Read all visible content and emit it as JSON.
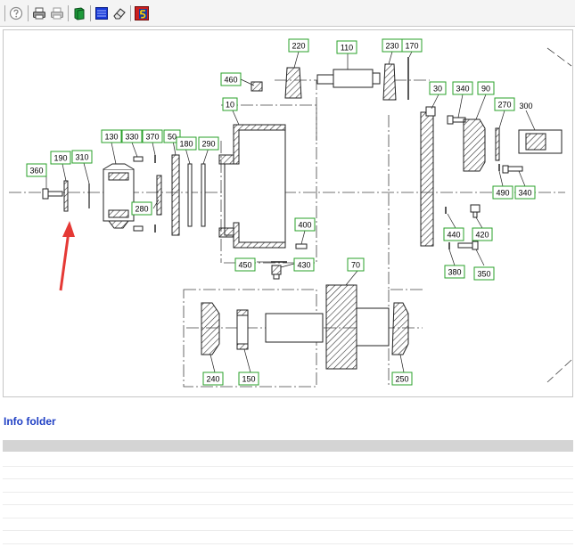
{
  "toolbar": {
    "buttons": [
      {
        "name": "help-icon"
      },
      {
        "name": "print-icon"
      },
      {
        "name": "print-preview-icon"
      },
      {
        "name": "book-icon"
      },
      {
        "name": "tools-icon"
      },
      {
        "name": "eraser-icon"
      },
      {
        "name": "app-logo-icon"
      }
    ]
  },
  "drawing": {
    "callouts": [
      {
        "id": "360",
        "label": "360"
      },
      {
        "id": "190",
        "label": "190"
      },
      {
        "id": "310",
        "label": "310"
      },
      {
        "id": "130",
        "label": "130"
      },
      {
        "id": "330",
        "label": "330"
      },
      {
        "id": "370",
        "label": "370"
      },
      {
        "id": "50",
        "label": "50"
      },
      {
        "id": "180",
        "label": "180"
      },
      {
        "id": "290",
        "label": "290"
      },
      {
        "id": "280",
        "label": "280"
      },
      {
        "id": "460",
        "label": "460"
      },
      {
        "id": "10",
        "label": "10"
      },
      {
        "id": "220",
        "label": "220"
      },
      {
        "id": "110",
        "label": "110"
      },
      {
        "id": "230",
        "label": "230"
      },
      {
        "id": "170",
        "label": "170"
      },
      {
        "id": "30",
        "label": "30"
      },
      {
        "id": "340a",
        "label": "340"
      },
      {
        "id": "90",
        "label": "90"
      },
      {
        "id": "270",
        "label": "270"
      },
      {
        "id": "300",
        "label": "300"
      },
      {
        "id": "490",
        "label": "490"
      },
      {
        "id": "340b",
        "label": "340"
      },
      {
        "id": "400",
        "label": "400"
      },
      {
        "id": "450",
        "label": "450"
      },
      {
        "id": "430",
        "label": "430"
      },
      {
        "id": "440",
        "label": "440"
      },
      {
        "id": "420",
        "label": "420"
      },
      {
        "id": "380",
        "label": "380"
      },
      {
        "id": "350",
        "label": "350"
      },
      {
        "id": "70",
        "label": "70"
      },
      {
        "id": "240",
        "label": "240"
      },
      {
        "id": "150",
        "label": "150"
      },
      {
        "id": "250",
        "label": "250"
      }
    ]
  },
  "info": {
    "title": "Info folder"
  }
}
